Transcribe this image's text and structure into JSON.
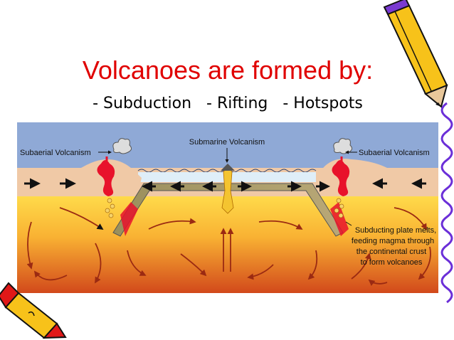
{
  "slide": {
    "title": "Volcanoes are formed by:",
    "subtitle": "- Subduction   - Rifting   - Hotspots"
  },
  "diagram": {
    "label_submarine": "Submarine Volcanism",
    "label_subaerial_left": "Subaerial Volcanism",
    "label_subaerial_right": "Subaerial Volcanism",
    "caption_lines": [
      "Subducting plate melts,",
      "feeding magma through",
      "the continental crust",
      "to form volcanoes"
    ]
  },
  "colors": {
    "title": "#e00000",
    "ocean": "#8fa9d6",
    "crust": "#f0c9a6",
    "mantle_top": "#ffd84a",
    "mantle_bottom": "#d9541b",
    "magma": "#e8122b"
  }
}
